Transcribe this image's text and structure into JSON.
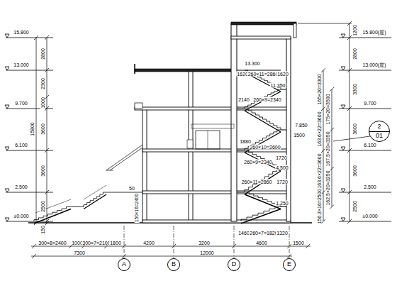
{
  "diagram": {
    "nodes": [
      {
        "text": [
          "2",
          "01"
        ]
      },
      {
        "text": [
          "A"
        ]
      },
      {
        "text": [
          "B"
        ]
      },
      {
        "text": [
          "D"
        ]
      },
      {
        "text": [
          "E"
        ]
      }
    ],
    "labels": [
      "15.800",
      "13.000",
      "9.700",
      "6.100",
      "2.500",
      "±0.000",
      "15800",
      "2800",
      "2300",
      "1000",
      "3600",
      "3600",
      "2500",
      "150",
      "50",
      "150×16=2400",
      "300×8=2400",
      "1000",
      "300×7=2100",
      "1800",
      "4200",
      "3200",
      "4600",
      "1500",
      "7300",
      "12000",
      "13.300",
      "1620",
      "260×11=2860",
      "1620",
      "11.350",
      "2140",
      "260×9=2340",
      "7.850",
      "1500",
      "1880",
      "260×10=2600",
      "1720",
      "260×9=2340",
      "4.500",
      "260×11=2860",
      "1720",
      "1.250",
      "1460",
      "260×7=1820",
      "1320",
      "15.800(屋)",
      "13.000(屋)",
      "9.700",
      "6.100",
      "2.500",
      "±0.000",
      "1200",
      "2800",
      "3300",
      "3600",
      "3600",
      "2500",
      "165×20=3300",
      "163.6×22=3600",
      "163.6×22=3600",
      "156.3×16=2500",
      "175×20=3500",
      "167.5×20=3350",
      "162.5×20=3250"
    ]
  }
}
